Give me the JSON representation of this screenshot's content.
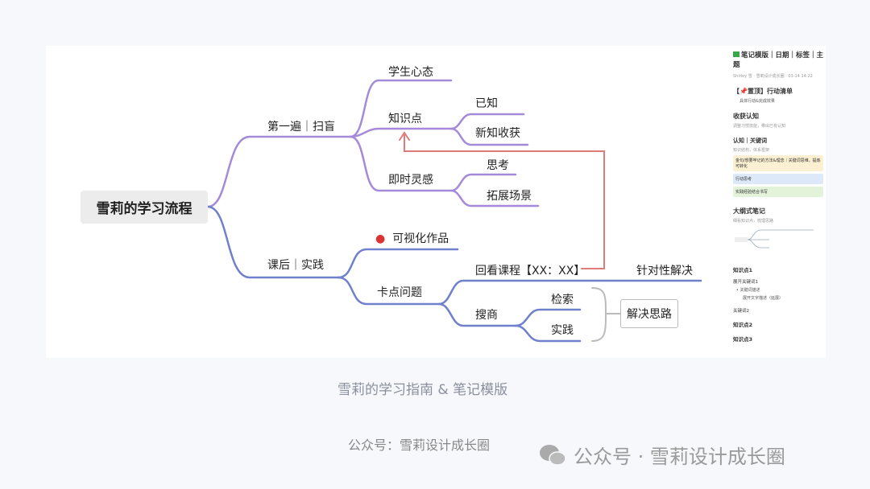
{
  "mindmap": {
    "root": "雪莉的学习流程",
    "branch1": {
      "label": "第一遍｜扫盲",
      "children": [
        "学生心态",
        "知识点",
        "即时灵感"
      ],
      "knowledge": [
        "已知",
        "新知收获"
      ],
      "inspiration": [
        "思考",
        "拓展场景"
      ]
    },
    "branch2": {
      "label": "课后｜实践",
      "visual": "可视化作品",
      "stuck": "卡点问题",
      "review": "回看课程【XX：XX】",
      "targeted": "针对性解决",
      "search": "搜商",
      "search_children": [
        "检索",
        "实践"
      ],
      "solution": "解决思路"
    },
    "colors": {
      "upper": "#a48ad8",
      "lower": "#6f80cc",
      "arrow": "#e07b7b"
    }
  },
  "notes": {
    "title": "笔记模版｜日期｜标签｜主题",
    "meta": "Shirley 雪 · 雪莉设计成长圈 · 03-14 14:22",
    "action": "【📌置顶】行动清单",
    "action_sub": "具体行动&完成效果",
    "gain": "收获认知",
    "gain_sub": "调整习惯技能，带出已有认知",
    "cog": "认知｜关键词",
    "cog_sub": "知识结构，体系框架",
    "yellow": "金句/想要牢记的方法&理念｜关键词思维，提炼可转化",
    "blue": "行动思考",
    "green": "实践经验结合书写",
    "outline": "大纲式笔记",
    "outline_sub": "细看知识点，梳理思路",
    "k1": "知识点1",
    "kw1": "展开关键词1",
    "b1": "关键词描述",
    "b2": "展开文字描述（延展）",
    "kw2": "关键词2",
    "k2": "知识点2",
    "k3": "知识点3"
  },
  "caption": "雪莉的学习指南 & 笔记模版",
  "account": "公众号：雪莉设计成长圈",
  "watermark": "公众号 · 雪莉设计成长圈"
}
